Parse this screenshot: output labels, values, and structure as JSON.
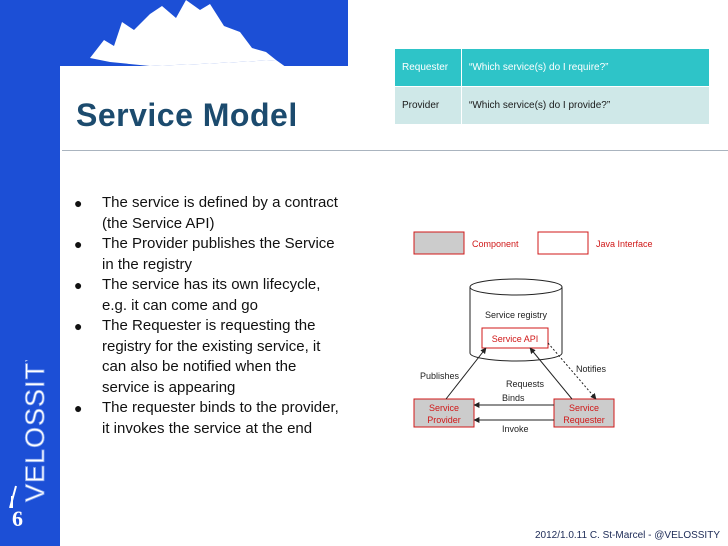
{
  "slide": {
    "title": "Service Model",
    "page_number": "6",
    "footer": "2012/1.0.11 C. St-Marcel - @VELOSSITY"
  },
  "brand": {
    "logo_text": "VELOSSITY",
    "colors": {
      "blue": "#1c4fd6",
      "title": "#1c4b6e",
      "teal": "#2ec4c8",
      "teal_light": "#cfe8e8",
      "red": "#d01818"
    }
  },
  "table": {
    "rows": [
      {
        "role": "Requester",
        "question": "“Which service(s) do I require?”"
      },
      {
        "role": "Provider",
        "question": "“Which service(s) do I provide?”"
      }
    ]
  },
  "bullets": [
    [
      "The service is defined by a contract",
      "(the Service API)"
    ],
    [
      "The Provider publishes the Service",
      "in the registry"
    ],
    [
      "The service has its own lifecycle,",
      "e.g. it can come and go"
    ],
    [
      "The Requester is requesting the",
      "registry for the existing service, it",
      "can also be notified when the",
      "service is appearing"
    ],
    [
      "The requester binds to the provider,",
      "it invokes the service at the end"
    ]
  ],
  "diagram": {
    "legend": {
      "component": "Component",
      "java_interface": "Java Interface"
    },
    "registry_label": "Service registry",
    "api_label": "Service API",
    "provider": [
      "Service",
      "Provider"
    ],
    "requester": [
      "Service",
      "Requester"
    ],
    "labels": {
      "publishes": "Publishes",
      "notifies": "Notifies",
      "requests": "Requests",
      "binds": "Binds",
      "invoke": "Invoke"
    }
  }
}
